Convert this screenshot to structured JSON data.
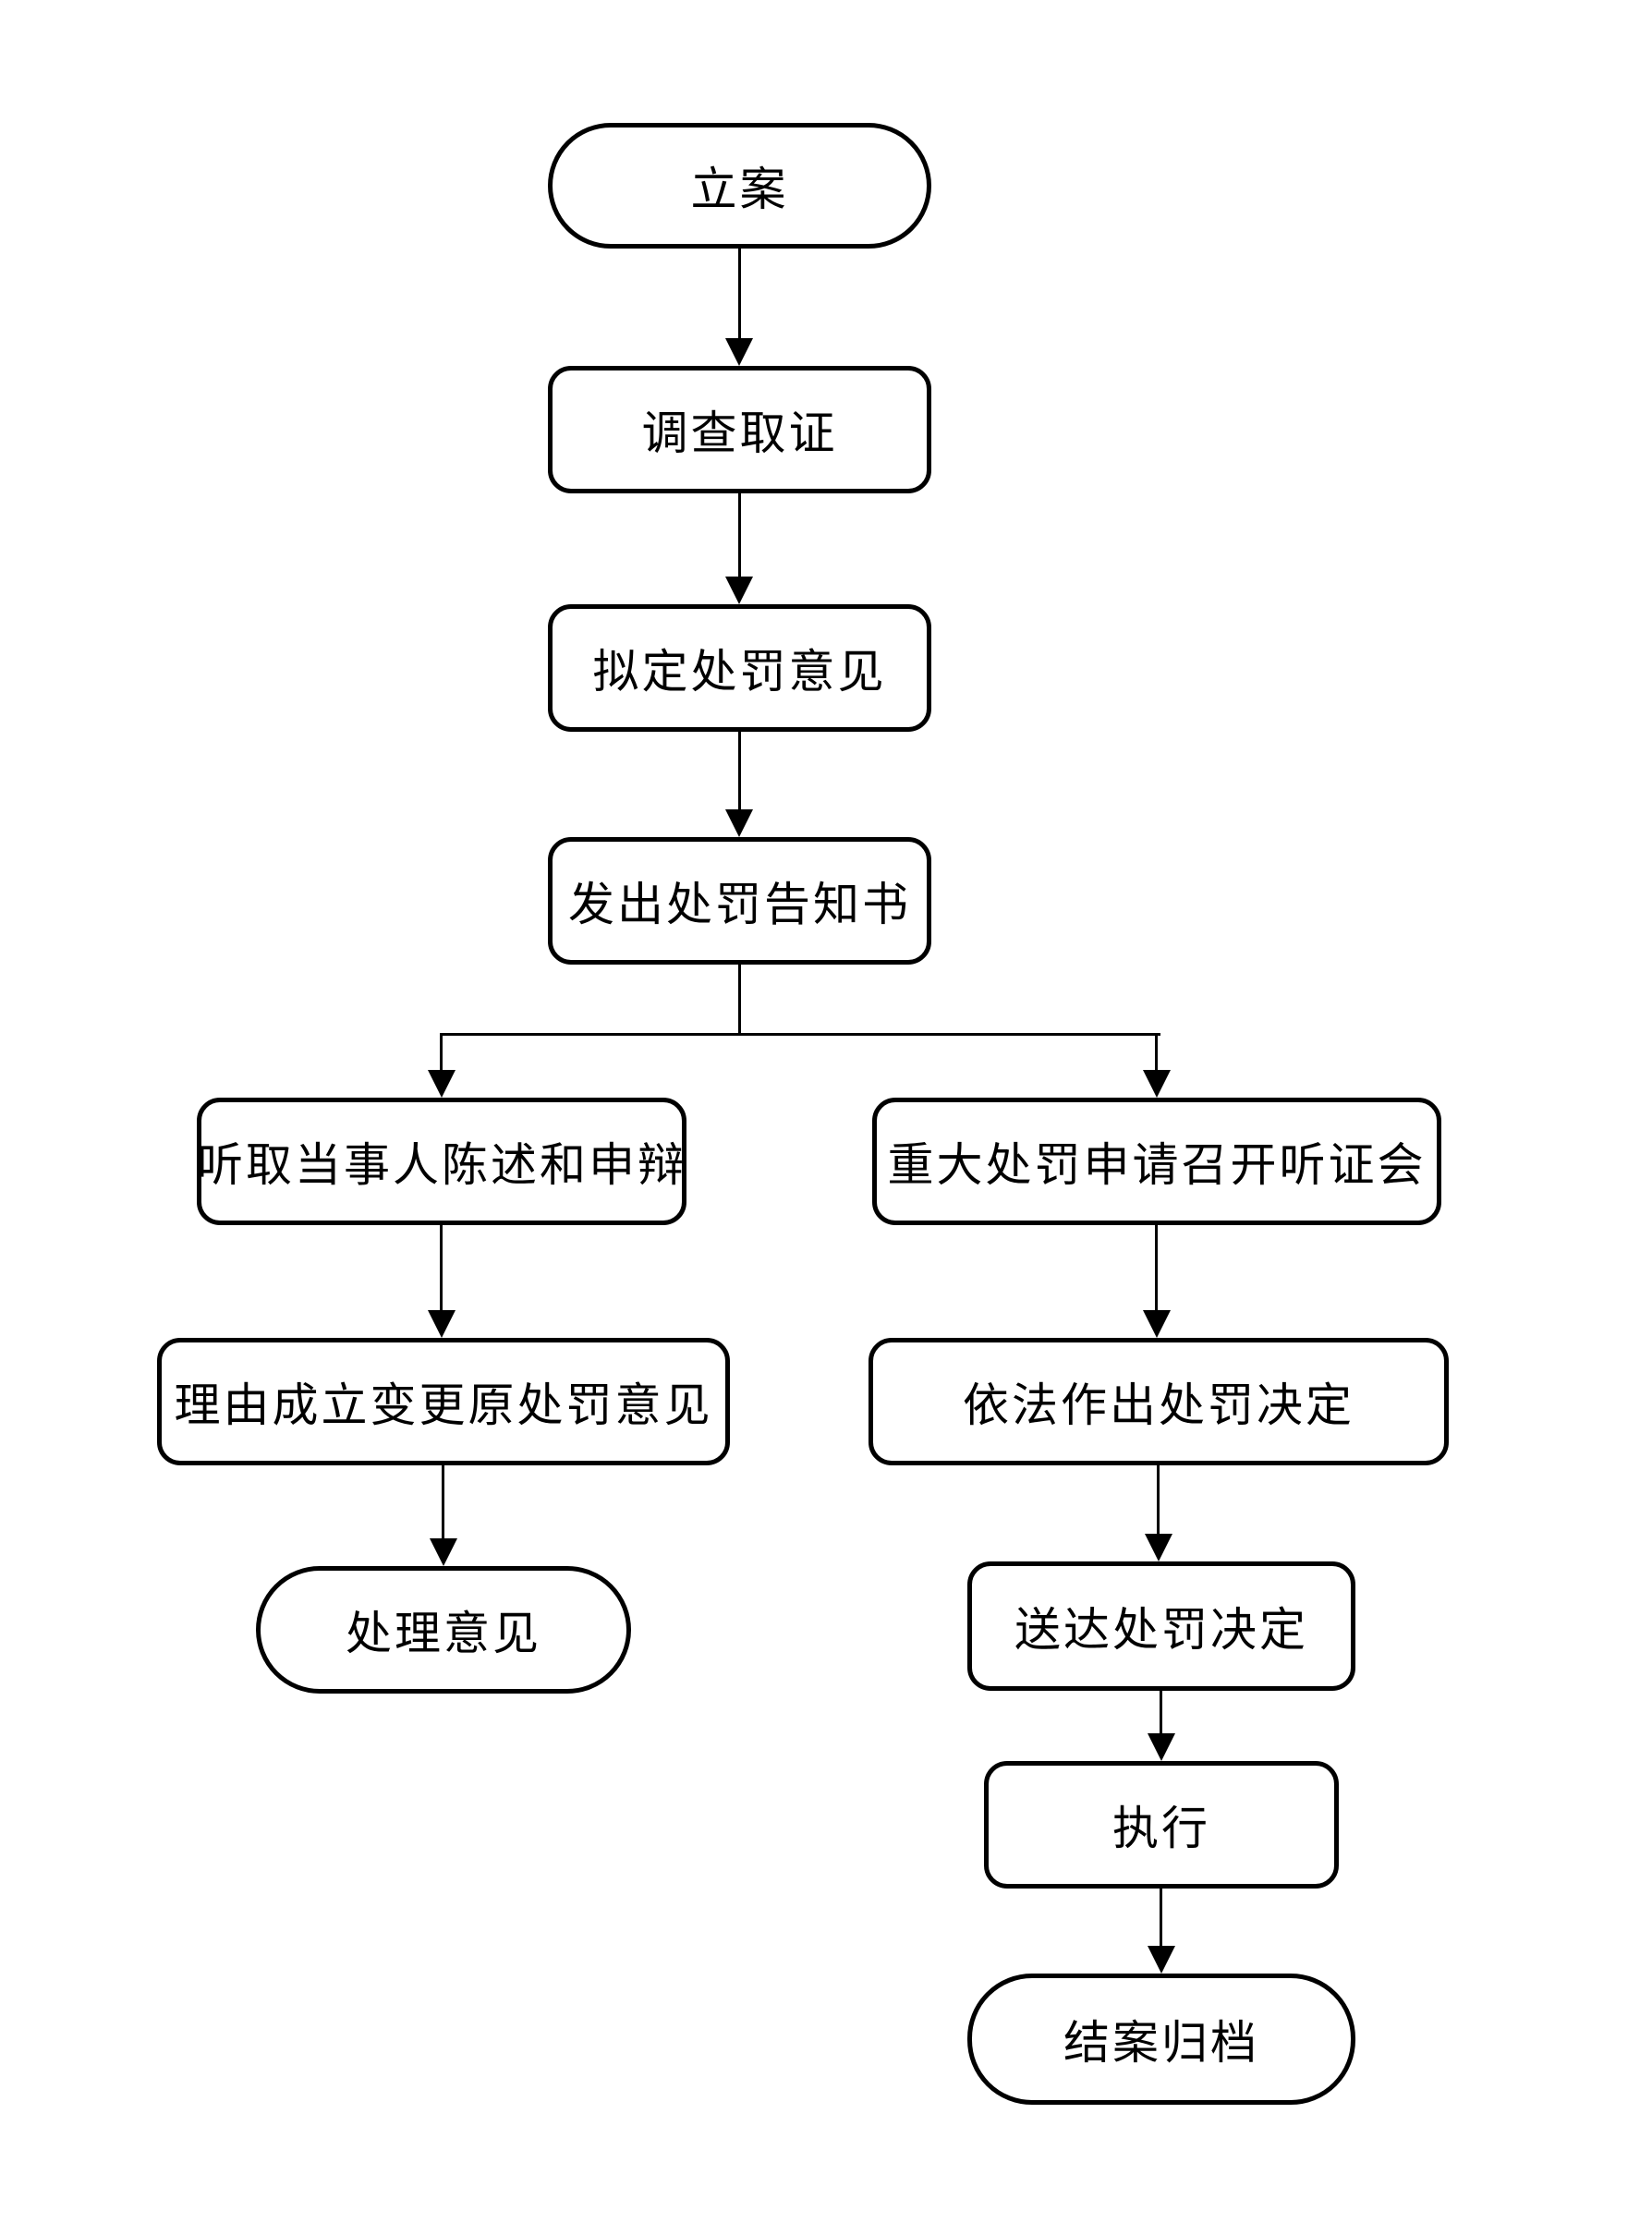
{
  "diagram": {
    "type": "flowchart",
    "background_color": "#ffffff",
    "stroke_color": "#000000",
    "text_color": "#000000",
    "nodes": {
      "case_filing": {
        "label": "立案",
        "shape": "terminator"
      },
      "investigation_evidence": {
        "label": "调查取证",
        "shape": "process"
      },
      "draft_penalty_opinion": {
        "label": "拟定处罚意见",
        "shape": "process"
      },
      "issue_penalty_notice": {
        "label": "发出处罚告知书",
        "shape": "process"
      },
      "hear_statement_defense": {
        "label": "听取当事人陈述和申辩",
        "shape": "process"
      },
      "modify_original_opinion": {
        "label": "理由成立变更原处罚意见",
        "shape": "process"
      },
      "handling_opinion": {
        "label": "处理意见",
        "shape": "terminator"
      },
      "major_penalty_hearing": {
        "label": "重大处罚申请召开听证会",
        "shape": "process"
      },
      "lawful_penalty_decision": {
        "label": "依法作出处罚决定",
        "shape": "process"
      },
      "serve_penalty_decision": {
        "label": "送达处罚决定",
        "shape": "process"
      },
      "execution": {
        "label": "执行",
        "shape": "process"
      },
      "close_case_archive": {
        "label": "结案归档",
        "shape": "terminator"
      }
    },
    "edges": [
      {
        "from": "case_filing",
        "to": "investigation_evidence"
      },
      {
        "from": "investigation_evidence",
        "to": "draft_penalty_opinion"
      },
      {
        "from": "draft_penalty_opinion",
        "to": "issue_penalty_notice"
      },
      {
        "from": "issue_penalty_notice",
        "to": "hear_statement_defense"
      },
      {
        "from": "issue_penalty_notice",
        "to": "major_penalty_hearing"
      },
      {
        "from": "hear_statement_defense",
        "to": "modify_original_opinion"
      },
      {
        "from": "modify_original_opinion",
        "to": "handling_opinion"
      },
      {
        "from": "major_penalty_hearing",
        "to": "lawful_penalty_decision"
      },
      {
        "from": "lawful_penalty_decision",
        "to": "serve_penalty_decision"
      },
      {
        "from": "serve_penalty_decision",
        "to": "execution"
      },
      {
        "from": "execution",
        "to": "close_case_archive"
      }
    ]
  }
}
